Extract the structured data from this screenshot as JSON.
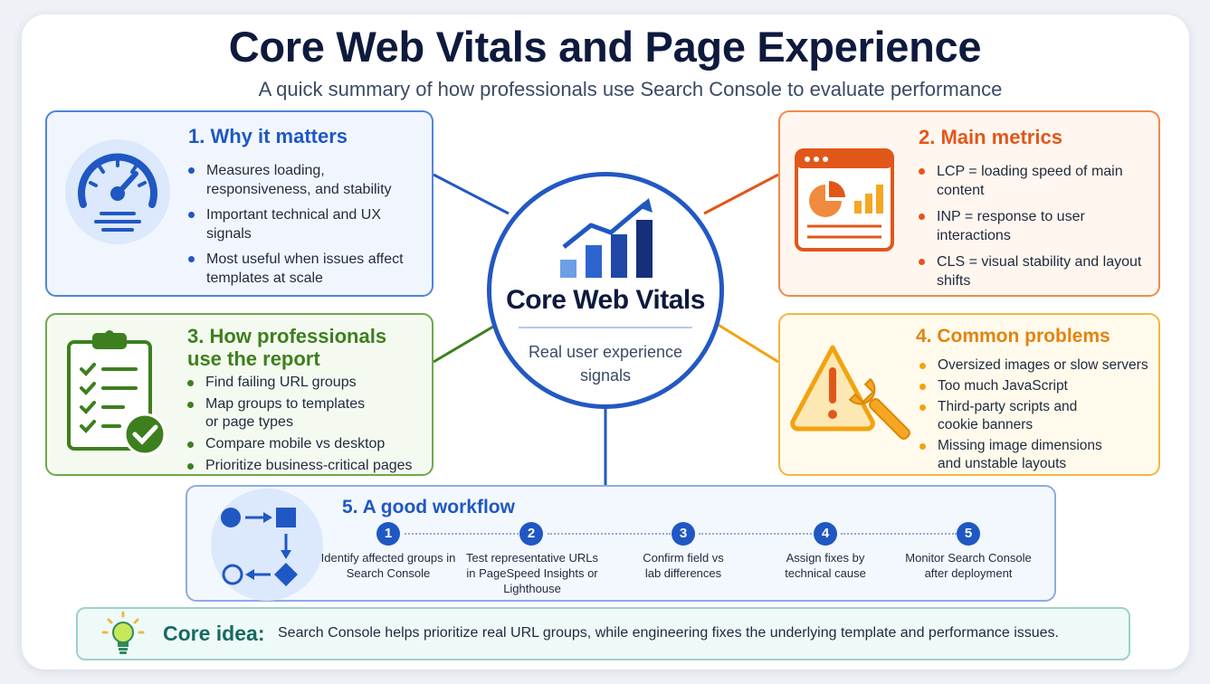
{
  "title": "Core Web Vitals and Page Experience",
  "subtitle": "A quick summary of how professionals use Search Console to evaluate performance",
  "center": {
    "title": "Core Web Vitals",
    "subtitle": "Real user experience signals"
  },
  "why": {
    "heading": "1. Why it matters",
    "items": [
      "Measures loading, responsiveness, and stability",
      "Important technical and UX signals",
      "Most useful when issues affect templates at scale"
    ]
  },
  "metrics": {
    "heading": "2. Main metrics",
    "items": [
      "LCP = loading speed of main content",
      "INP = response to user interactions",
      "CLS = visual stability and layout shifts"
    ]
  },
  "report": {
    "heading": "3. How professionals use the report",
    "items": [
      "Find failing URL groups",
      "Map groups to templates or page types",
      "Compare mobile vs desktop",
      "Prioritize business-critical pages"
    ]
  },
  "problems": {
    "heading": "4. Common problems",
    "items": [
      "Oversized images or slow servers",
      "Too much JavaScript",
      "Third-party scripts and cookie banners",
      "Missing image dimensions and unstable layouts"
    ]
  },
  "workflow": {
    "heading": "5. A good workflow",
    "steps": [
      {
        "num": "1",
        "text": "Identify affected groups in Search Console"
      },
      {
        "num": "2",
        "text": "Test representative URLs in PageSpeed Insights or Lighthouse"
      },
      {
        "num": "3",
        "text": "Confirm field vs lab differences"
      },
      {
        "num": "4",
        "text": "Assign fixes by technical cause"
      },
      {
        "num": "5",
        "text": "Monitor Search Console after deployment"
      }
    ]
  },
  "core_idea": {
    "label": "Core idea:",
    "text": "Search Console helps prioritize real URL groups, while engineering fixes the underlying template and performance issues."
  },
  "colors": {
    "navy": "#0e1a3d",
    "blue": "#1f58c3",
    "orange": "#e1571a",
    "green": "#3d7f1e",
    "amber": "#f1a30f",
    "teal": "#176a62"
  }
}
